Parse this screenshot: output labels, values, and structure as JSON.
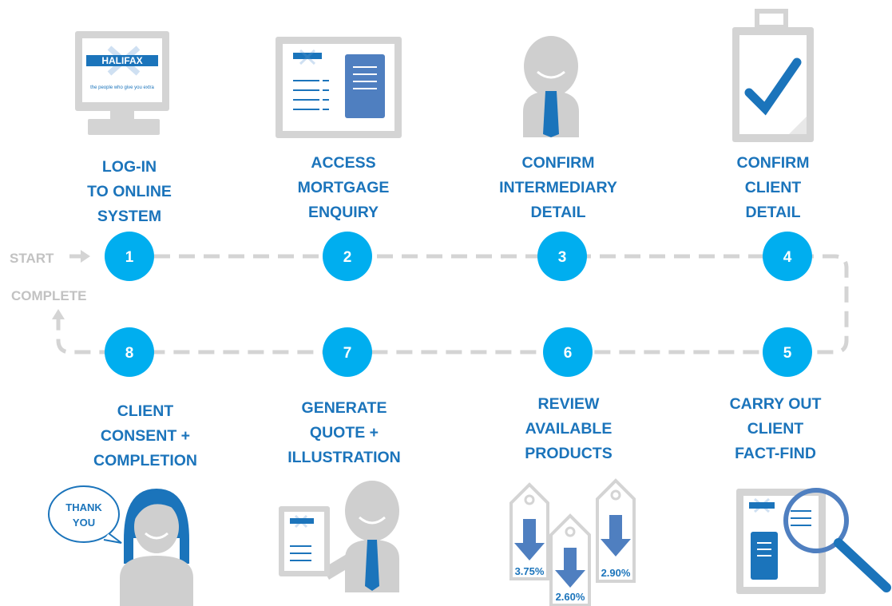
{
  "flow": {
    "start_label": "START",
    "complete_label": "COMPLETE"
  },
  "steps": [
    {
      "number": "1",
      "title": [
        "LOG-IN",
        "TO ONLINE",
        "SYSTEM"
      ]
    },
    {
      "number": "2",
      "title": [
        "ACCESS",
        "MORTGAGE",
        "ENQUIRY"
      ]
    },
    {
      "number": "3",
      "title": [
        "CONFIRM",
        "INTERMEDIARY",
        "DETAIL"
      ]
    },
    {
      "number": "4",
      "title": [
        "CONFIRM",
        "CLIENT",
        "DETAIL"
      ]
    },
    {
      "number": "5",
      "title": [
        "CARRY OUT",
        "CLIENT",
        "FACT-FIND"
      ]
    },
    {
      "number": "6",
      "title": [
        "REVIEW",
        "AVAILABLE",
        "PRODUCTS"
      ]
    },
    {
      "number": "7",
      "title": [
        "GENERATE",
        "QUOTE +",
        "ILLUSTRATION"
      ]
    },
    {
      "number": "8",
      "title": [
        "CLIENT",
        "CONSENT +",
        "COMPLETION"
      ]
    }
  ],
  "brand": {
    "logo_text": "HALIFAX",
    "tagline": "the people who give you extra"
  },
  "speech_bubble": [
    "THANK",
    "YOU"
  ],
  "price_tags": [
    "3.75%",
    "2.60%",
    "2.90%"
  ],
  "colors": {
    "accent": "#1b74bb",
    "circle": "#00aeef",
    "grey": "#cfcfcf",
    "dashed_line": "#d4d4d4"
  }
}
